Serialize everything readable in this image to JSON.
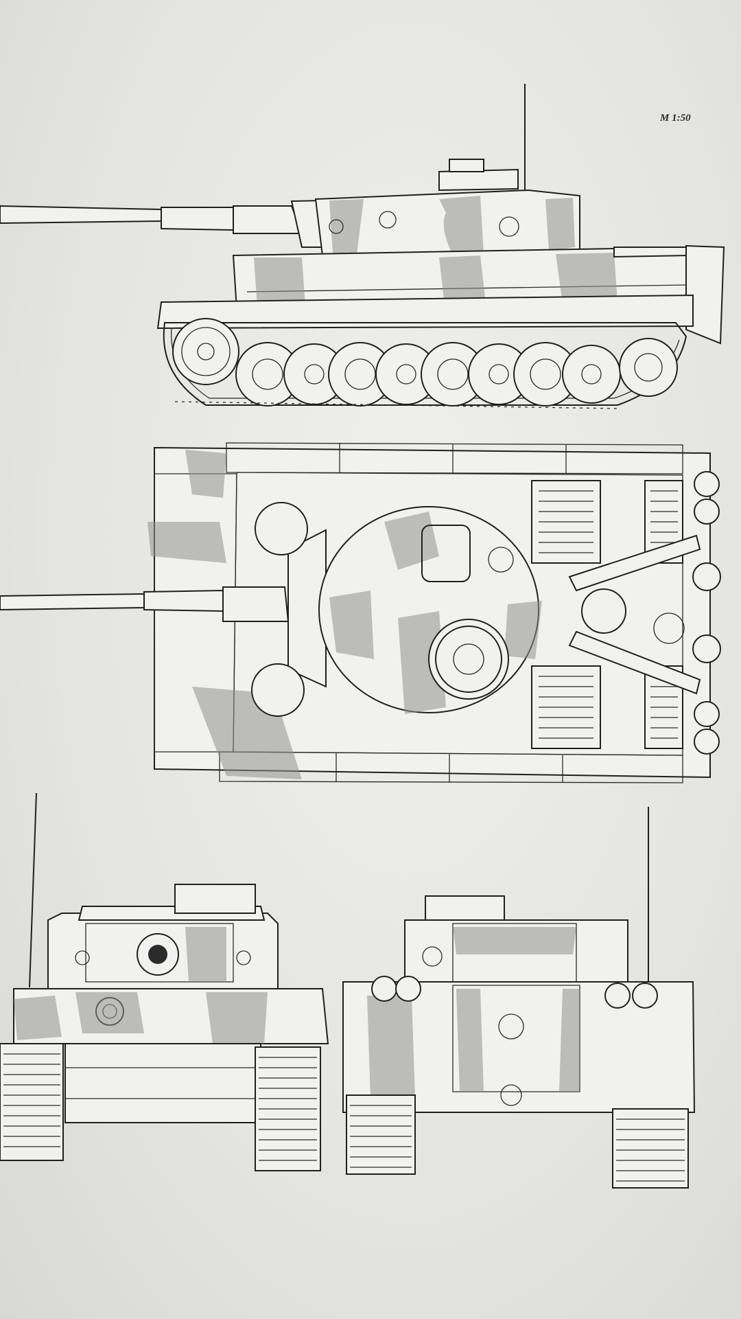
{
  "sheet": {
    "scale_label": "M 1:50"
  },
  "views": [
    {
      "id": "side",
      "icon": "tank-side-view"
    },
    {
      "id": "top",
      "icon": "tank-top-view"
    },
    {
      "id": "front",
      "icon": "tank-front-view"
    },
    {
      "id": "rear",
      "icon": "tank-rear-view"
    }
  ]
}
